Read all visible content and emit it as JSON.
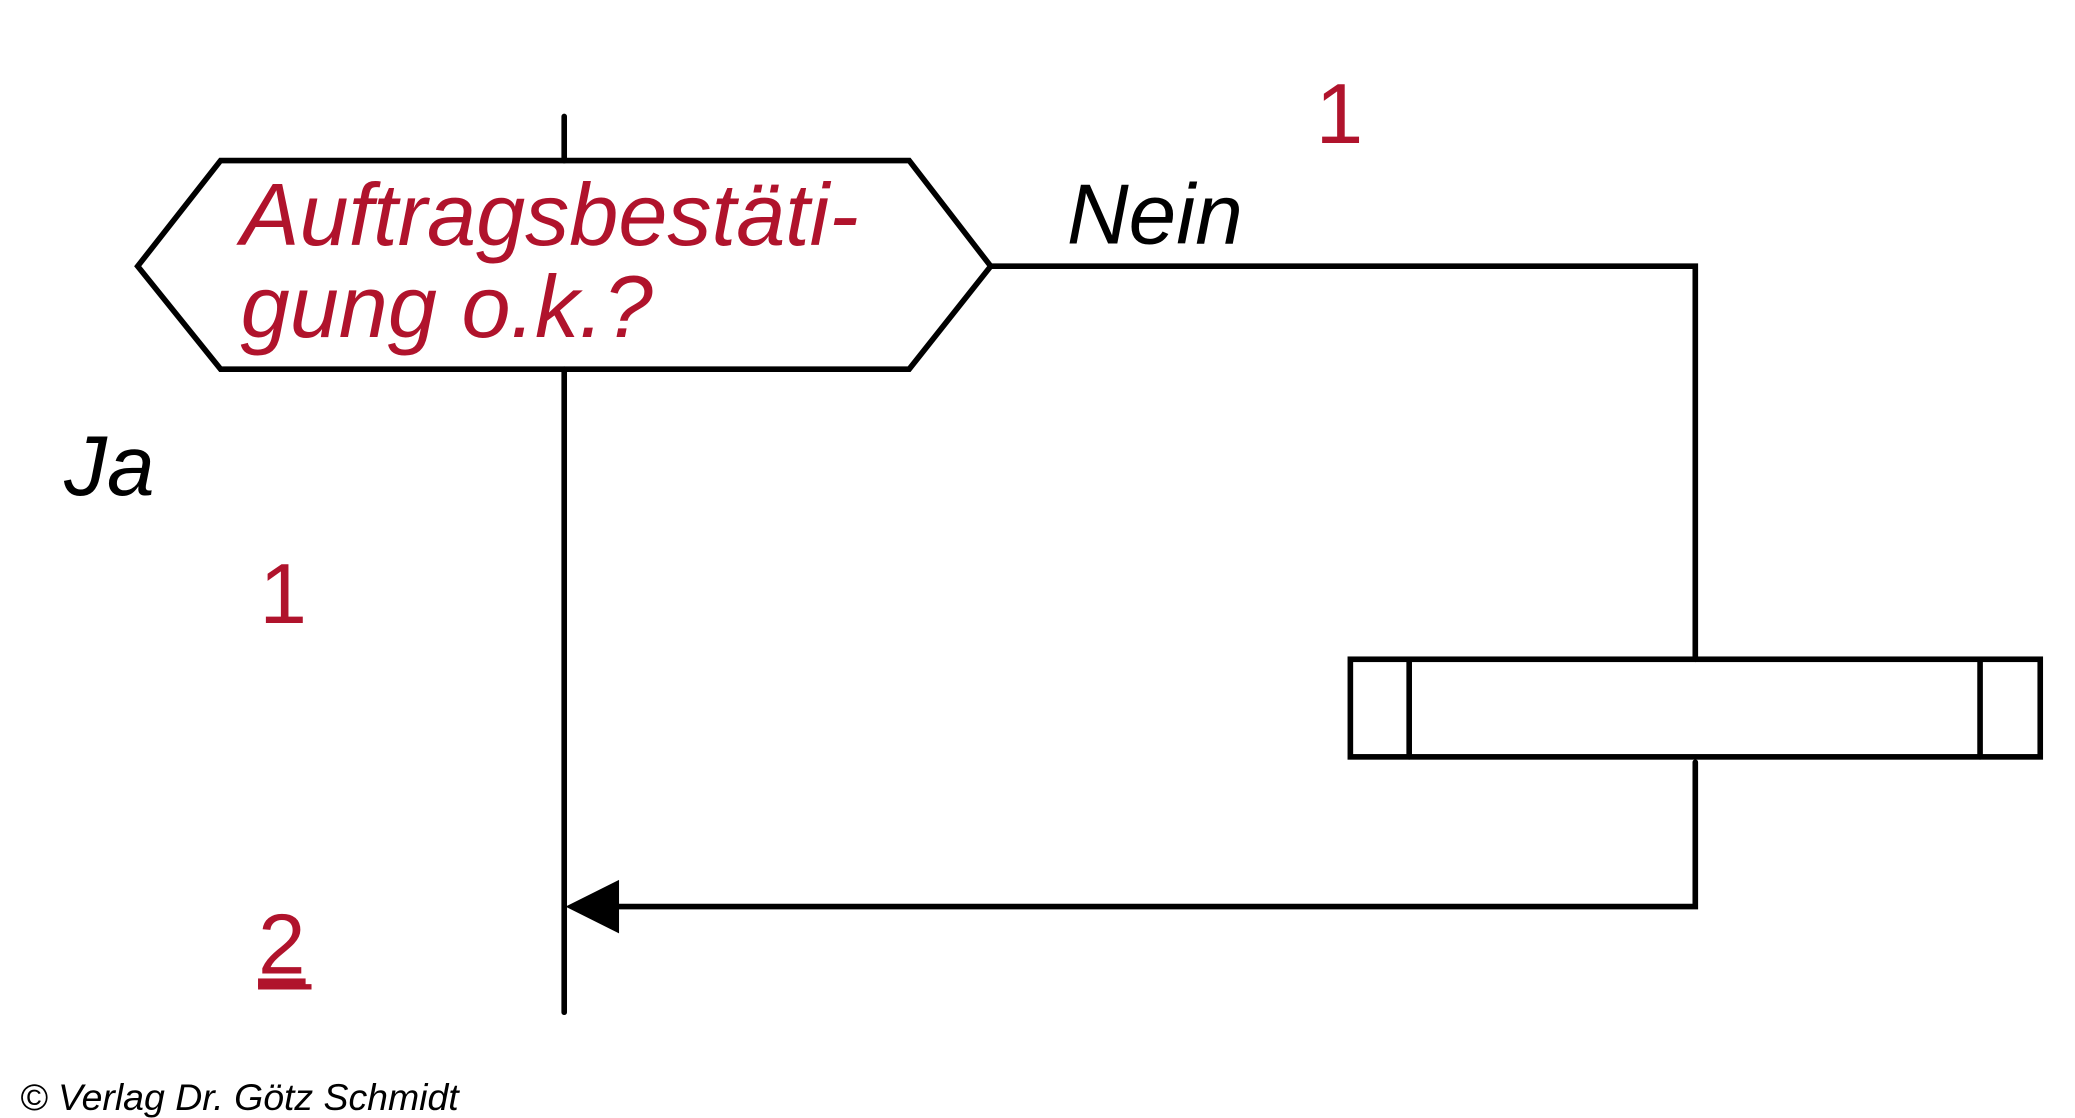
{
  "decision": {
    "line1": "Auftragsbestäti-",
    "line2": "gung o.k.?"
  },
  "labels": {
    "no": "Nein",
    "yes": "Ja"
  },
  "connectors": {
    "top_right": "1",
    "left": "1",
    "bottom": "2"
  },
  "copyright": "© Verlag Dr. Götz Schmidt",
  "colors": {
    "accent": "#b0132c",
    "line": "#000000"
  }
}
